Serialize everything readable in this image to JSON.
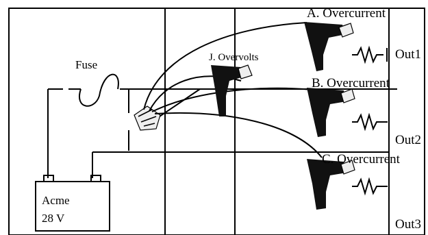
{
  "fuse": {
    "label": "Fuse"
  },
  "battery": {
    "name": "Acme",
    "voltage": "28 V"
  },
  "monitors": [
    {
      "label": "A. Overcurrent"
    },
    {
      "label": "J. Overvolts"
    },
    {
      "label": "B. Overcurrent"
    },
    {
      "label": "C. Overcurrent"
    }
  ],
  "outputs": [
    {
      "label": "Out1"
    },
    {
      "label": "Out2"
    },
    {
      "label": "Out3"
    }
  ]
}
